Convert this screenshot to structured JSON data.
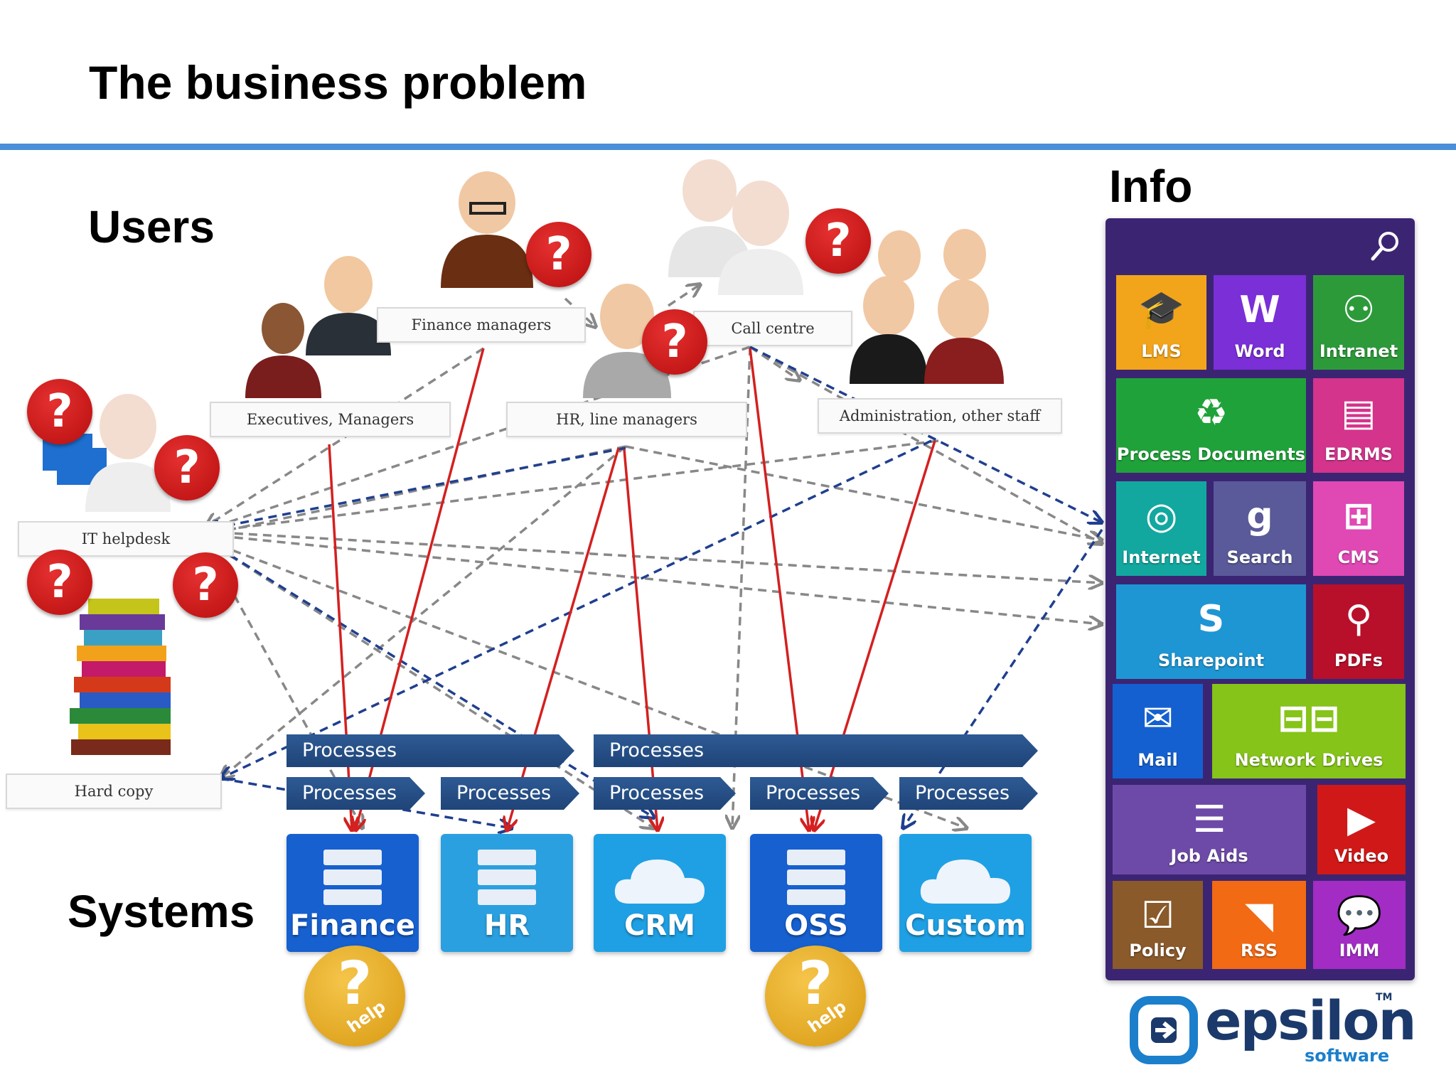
{
  "title": "The business problem",
  "sections": {
    "users": "Users",
    "systems": "Systems",
    "info": "Info"
  },
  "user_groups": [
    {
      "id": "finance",
      "label": "Finance managers"
    },
    {
      "id": "call",
      "label": "Call centre"
    },
    {
      "id": "exec",
      "label": "Executives, Managers"
    },
    {
      "id": "hr",
      "label": "HR, line managers"
    },
    {
      "id": "admin",
      "label": "Administration, other staff"
    },
    {
      "id": "it",
      "label": "IT helpdesk"
    },
    {
      "id": "hardcopy",
      "label": "Hard copy"
    }
  ],
  "question_mark": "?",
  "processes_label": "Processes",
  "systems": [
    {
      "id": "finance",
      "label": "Finance",
      "color": "#1660d0",
      "glyph": "database"
    },
    {
      "id": "hr",
      "label": "HR",
      "color": "#2aa0e0",
      "glyph": "database"
    },
    {
      "id": "crm",
      "label": "CRM",
      "color": "#1fa0e4",
      "glyph": "cloud"
    },
    {
      "id": "oss",
      "label": "OSS",
      "color": "#1660d0",
      "glyph": "database"
    },
    {
      "id": "custom",
      "label": "Custom",
      "color": "#1fa0e4",
      "glyph": "cloud"
    }
  ],
  "help_badge": {
    "mark": "?",
    "text": "help"
  },
  "info_tiles": [
    {
      "label": "LMS",
      "icon": "graduation-cap-icon",
      "color": "#f2a51a"
    },
    {
      "label": "Word",
      "icon": "word-icon",
      "color": "#7b2fd6"
    },
    {
      "label": "Intranet",
      "icon": "network-nodes-icon",
      "color": "#2d9a3a"
    },
    {
      "label": "Process Documents",
      "icon": "recycle-icon",
      "color": "#20a23a"
    },
    {
      "label": "EDRMS",
      "icon": "document-icon",
      "color": "#d4348c"
    },
    {
      "label": "Internet",
      "icon": "globe-icon",
      "color": "#12a8a0"
    },
    {
      "label": "Search",
      "icon": "google-g-icon",
      "color": "#5a5a9a"
    },
    {
      "label": "CMS",
      "icon": "org-chart-icon",
      "color": "#e048b4"
    },
    {
      "label": "Sharepoint",
      "icon": "sharepoint-icon",
      "color": "#1e96d4"
    },
    {
      "label": "PDFs",
      "icon": "pdf-icon",
      "color": "#b8102a"
    },
    {
      "label": "Mail",
      "icon": "envelope-icon",
      "color": "#1460d0"
    },
    {
      "label": "Network Drives",
      "icon": "network-drives-icon",
      "color": "#86c41a"
    },
    {
      "label": "Job Aids",
      "icon": "newspaper-icon",
      "color": "#6e4aa8"
    },
    {
      "label": "Video",
      "icon": "youtube-icon",
      "color": "#d01818"
    },
    {
      "label": "Policy",
      "icon": "checklist-icon",
      "color": "#8a5a2a"
    },
    {
      "label": "RSS",
      "icon": "rss-icon",
      "color": "#f26a14"
    },
    {
      "label": "IMM",
      "icon": "chat-bubble-icon",
      "color": "#a22cc4"
    }
  ],
  "search_icon": "search-icon",
  "logo": {
    "name": "epsilon",
    "tagline": "software",
    "tm": "TM"
  },
  "colors": {
    "accent_rule": "#4a8fd8",
    "red_line": "#d42020",
    "grey_line": "#888888",
    "blue_line": "#1f3f8f",
    "panel": "#3b2573",
    "process": "#1f4478"
  }
}
